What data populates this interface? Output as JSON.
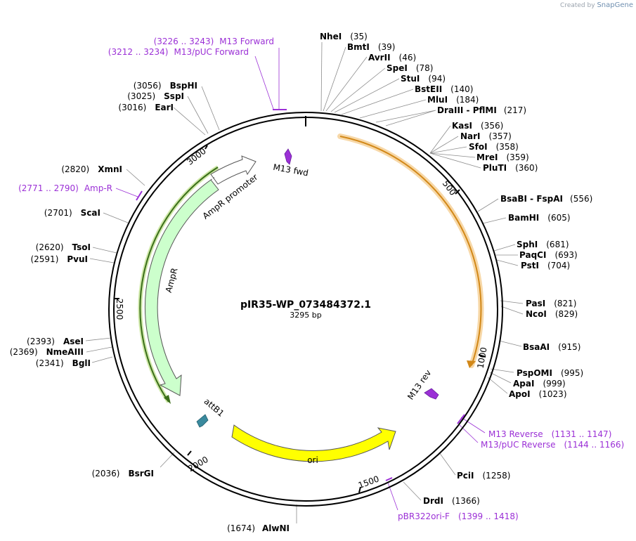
{
  "branding": {
    "created_by": "Created by",
    "app": "SnapGene"
  },
  "plasmid": {
    "name": "pIR35-WP_073484372.1",
    "size": "3295 bp"
  },
  "scale_ticks": [
    "500",
    "1000",
    "1500",
    "2000",
    "2500",
    "3000"
  ],
  "sites": [
    {
      "name": "NheI",
      "pos": "(35)"
    },
    {
      "name": "BmtI",
      "pos": "(39)"
    },
    {
      "name": "AvrII",
      "pos": "(46)"
    },
    {
      "name": "SpeI",
      "pos": "(78)"
    },
    {
      "name": "StuI",
      "pos": "(94)"
    },
    {
      "name": "BstEII",
      "pos": "(140)"
    },
    {
      "name": "MluI",
      "pos": "(184)"
    },
    {
      "name": "DraIII - PflMI",
      "pos": "(217)"
    },
    {
      "name": "KasI",
      "pos": "(356)"
    },
    {
      "name": "NarI",
      "pos": "(357)"
    },
    {
      "name": "SfoI",
      "pos": "(358)"
    },
    {
      "name": "MreI",
      "pos": "(359)"
    },
    {
      "name": "PluTI",
      "pos": "(360)"
    },
    {
      "name": "BsaBI - FspAI",
      "pos": "(556)"
    },
    {
      "name": "BamHI",
      "pos": "(605)"
    },
    {
      "name": "SphI",
      "pos": "(681)"
    },
    {
      "name": "PaqCI",
      "pos": "(693)"
    },
    {
      "name": "PstI",
      "pos": "(704)"
    },
    {
      "name": "PasI",
      "pos": "(821)"
    },
    {
      "name": "NcoI",
      "pos": "(829)"
    },
    {
      "name": "BsaAI",
      "pos": "(915)"
    },
    {
      "name": "PspOMI",
      "pos": "(995)"
    },
    {
      "name": "ApaI",
      "pos": "(999)"
    },
    {
      "name": "ApoI",
      "pos": "(1023)"
    },
    {
      "name": "PciI",
      "pos": "(1258)"
    },
    {
      "name": "DrdI",
      "pos": "(1366)"
    },
    {
      "name": "AlwNI",
      "pos": "(1674)"
    },
    {
      "name": "BsrGI",
      "pos": "(2036)"
    },
    {
      "name": "BglI",
      "pos": "(2341)"
    },
    {
      "name": "NmeAIII",
      "pos": "(2369)"
    },
    {
      "name": "AseI",
      "pos": "(2393)"
    },
    {
      "name": "PvuI",
      "pos": "(2591)"
    },
    {
      "name": "TsoI",
      "pos": "(2620)"
    },
    {
      "name": "ScaI",
      "pos": "(2701)"
    },
    {
      "name": "XmnI",
      "pos": "(2820)"
    },
    {
      "name": "EarI",
      "pos": "(3016)"
    },
    {
      "name": "SspI",
      "pos": "(3025)"
    },
    {
      "name": "BspHI",
      "pos": "(3056)"
    }
  ],
  "primers": [
    {
      "range": "(3226 .. 3243)",
      "name": "M13 Forward"
    },
    {
      "range": "(3212 .. 3234)",
      "name": "M13/pUC Forward"
    },
    {
      "range": "(2771 .. 2790)",
      "name": "Amp-R"
    },
    {
      "name": "M13 Reverse",
      "range": "(1131 .. 1147)"
    },
    {
      "name": "M13/pUC Reverse",
      "range": "(1144 .. 1166)"
    },
    {
      "name": "pBR322ori-F",
      "range": "(1399 .. 1418)"
    }
  ],
  "features": {
    "ori": "ori",
    "ampr": "AmpR",
    "ampr_promoter": "AmpR promoter",
    "attb1": "attB1",
    "m13_fwd": "M13 fwd",
    "m13_rev": "M13 rev"
  },
  "colors": {
    "orange_feature": "#f0a030",
    "ori": "#ffff00",
    "ampr": "#ccffcc",
    "primer": "#9b30d6",
    "attb1": "#3a8a9e",
    "site_line": "#8c8c8c"
  }
}
